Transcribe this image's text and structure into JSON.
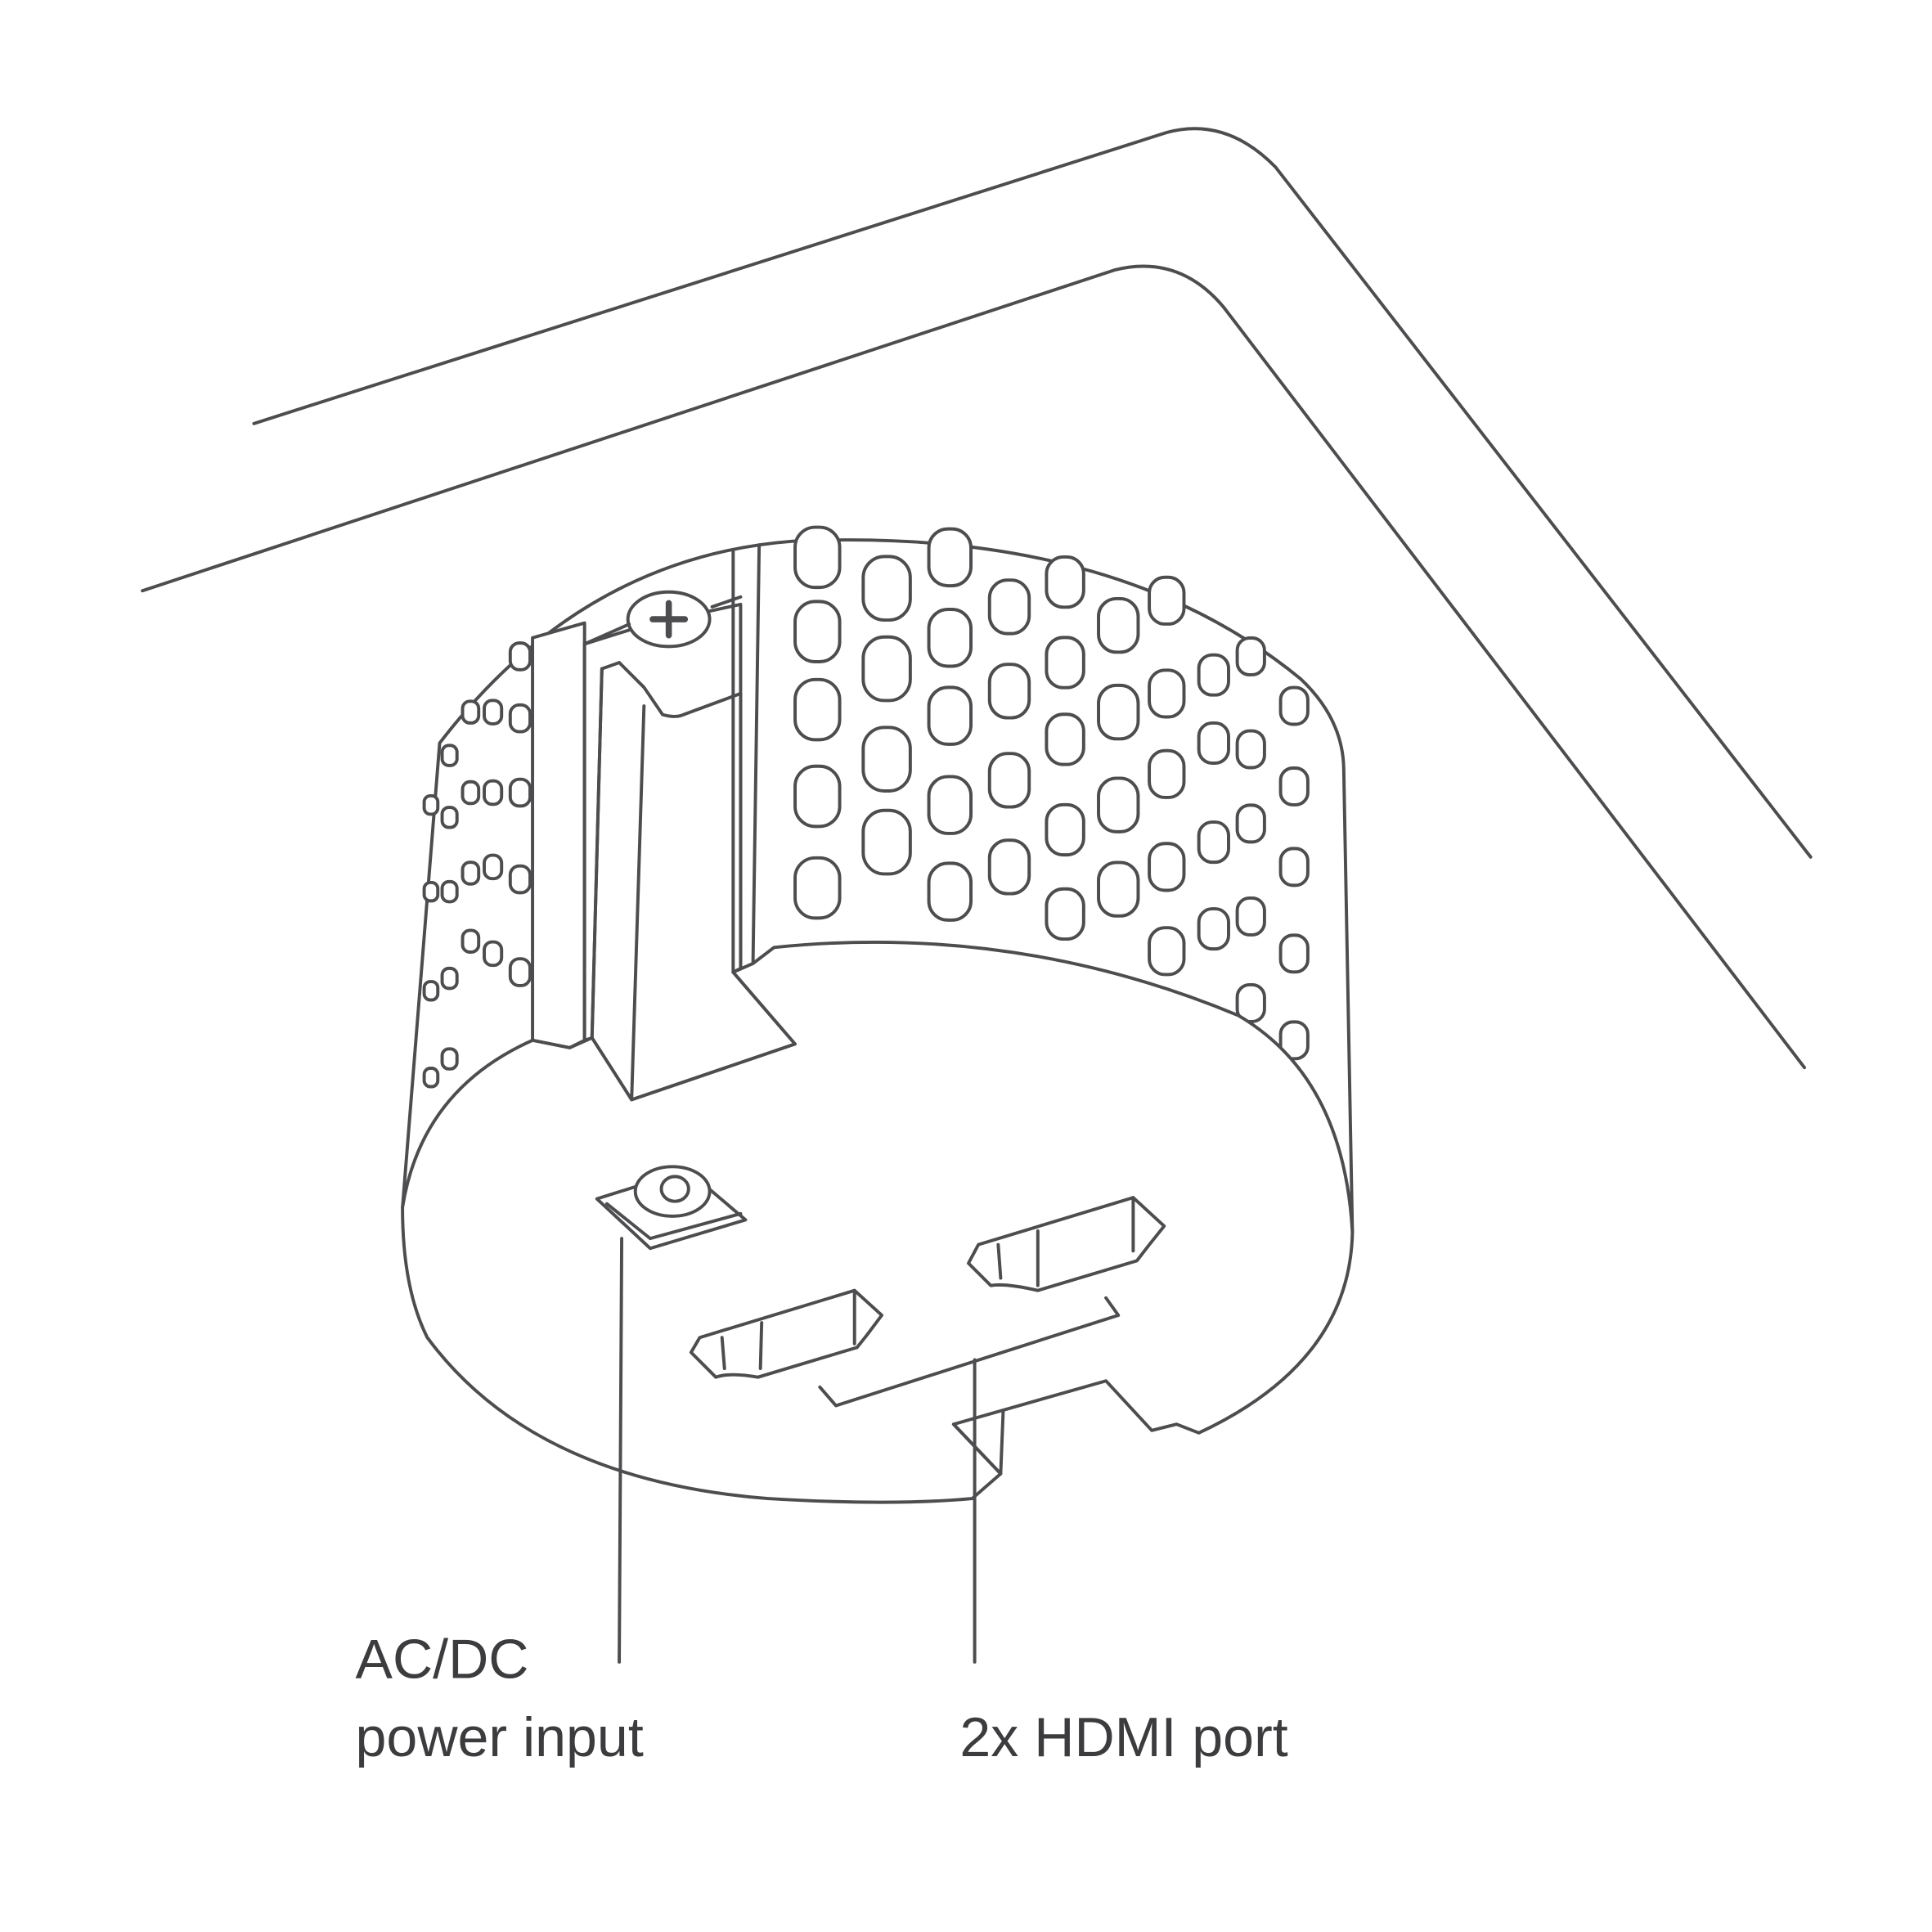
{
  "labels": {
    "power_line1": "AC/DC",
    "power_line2": "power input",
    "hdmi": "2x HDMI port"
  },
  "colors": {
    "stroke": "#4d4d4f",
    "text": "#3c3c3e",
    "background": "#ffffff"
  }
}
